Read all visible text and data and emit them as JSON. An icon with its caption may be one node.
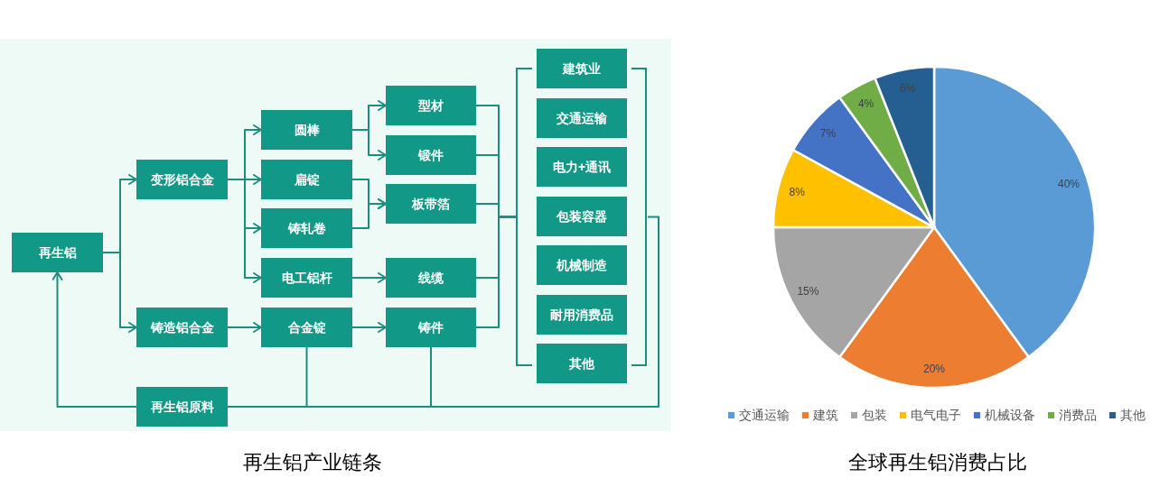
{
  "diagram": {
    "caption": "再生铝产业链条",
    "nodes": [
      {
        "text": [
          "再生铝"
        ]
      },
      {
        "text": [
          "变形铝合金"
        ]
      },
      {
        "text": [
          "铸造铝合金"
        ]
      },
      {
        "text": [
          "再生铝原料"
        ]
      },
      {
        "text": [
          "圆棒"
        ]
      },
      {
        "text": [
          "扁锭"
        ]
      },
      {
        "text": [
          "铸轧卷"
        ]
      },
      {
        "text": [
          "电工铝杆"
        ]
      },
      {
        "text": [
          "合金锭"
        ]
      },
      {
        "text": [
          "型材"
        ]
      },
      {
        "text": [
          "锻件"
        ]
      },
      {
        "text": [
          "板带箔"
        ]
      },
      {
        "text": [
          "线缆"
        ]
      },
      {
        "text": [
          "铸件"
        ]
      },
      {
        "text": [
          "建筑业"
        ]
      },
      {
        "text": [
          "交通运输"
        ]
      },
      {
        "text": [
          "电力+通讯"
        ]
      },
      {
        "text": [
          "包装容器"
        ]
      },
      {
        "text": [
          "机械制造"
        ]
      },
      {
        "text": [
          "耐用消费品"
        ]
      },
      {
        "text": [
          "其他"
        ]
      },
      {
        "text": [],
        "shape": "bracket"
      },
      {
        "text": [],
        "shape": "bracket"
      }
    ],
    "edges": [
      {
        "from": 0,
        "to": 1,
        "arrow": "to"
      },
      {
        "from": 0,
        "to": 2,
        "arrow": "to"
      },
      {
        "from": 1,
        "to": 4,
        "arrow": "to"
      },
      {
        "from": 1,
        "to": 5,
        "arrow": "to"
      },
      {
        "from": 1,
        "to": 6,
        "arrow": "to"
      },
      {
        "from": 1,
        "to": 7,
        "arrow": "to"
      },
      {
        "from": 2,
        "to": 8,
        "arrow": "to"
      },
      {
        "from": 4,
        "to": 9,
        "arrow": "to"
      },
      {
        "from": 4,
        "to": 10,
        "arrow": "to"
      },
      {
        "from": 5,
        "to": 11,
        "arrow": "to"
      },
      {
        "from": 6,
        "to": 11,
        "arrow": "to"
      },
      {
        "from": 7,
        "to": 12,
        "arrow": "to"
      },
      {
        "from": 8,
        "to": 13,
        "arrow": "to"
      },
      {
        "from": 9,
        "to": 21,
        "arrow": "none"
      },
      {
        "from": 10,
        "to": 21,
        "arrow": "none"
      },
      {
        "from": 11,
        "to": 21,
        "arrow": "none"
      },
      {
        "from": 12,
        "to": 21,
        "arrow": "none"
      },
      {
        "from": 13,
        "to": 21,
        "arrow": "none"
      },
      {
        "from": 22,
        "to": 3,
        "arrow": "none"
      },
      {
        "from": 8,
        "to": 3,
        "arrow": "none"
      },
      {
        "from": 13,
        "to": 3,
        "arrow": "none"
      },
      {
        "from": 3,
        "to": 0,
        "arrow": "to"
      }
    ],
    "legend": [
      {
        "text": "交通运输",
        "color": "#5b9bd5"
      },
      {
        "text": "建筑",
        "color": "#ed7d31"
      },
      {
        "text": "包装",
        "color": "#a5a5a5"
      },
      {
        "text": "电气电子",
        "color": "#ffc000"
      },
      {
        "text": "机械设备",
        "color": "#4472c4"
      },
      {
        "text": "消费品",
        "color": "#70ad47"
      },
      {
        "text": "其他",
        "color": "#255e91"
      }
    ],
    "chart_data": {
      "type": "pie",
      "title": "全球再生铝消费占比",
      "values": [
        40,
        20,
        15,
        8,
        7,
        4,
        6
      ],
      "value_labels": [
        "40%",
        "20%",
        "15%",
        "8%",
        "7%",
        "4%",
        "6%"
      ]
    }
  }
}
